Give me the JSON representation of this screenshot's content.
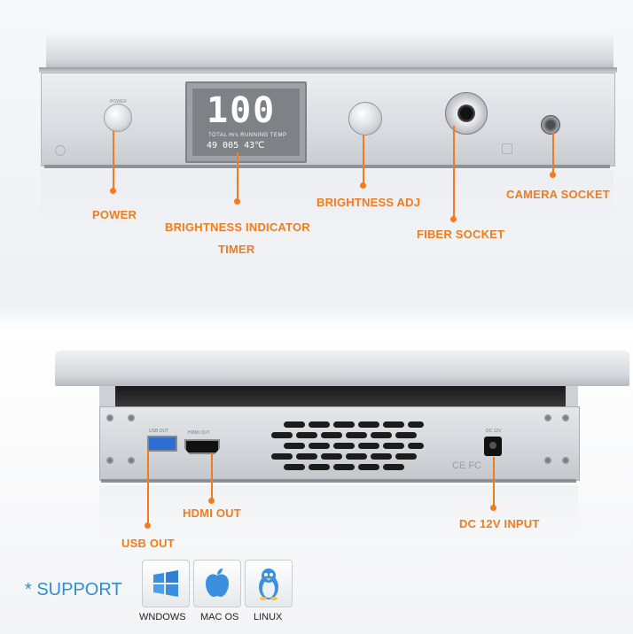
{
  "front": {
    "display": {
      "main_number": "100",
      "labels": "TOTAL Hrs  RUNNING  TEMP",
      "values": "49 005 43℃"
    },
    "power_button_label": "POWER",
    "callouts": {
      "power": "POWER",
      "brightness_indicator": "BRIGHTNESS INDICATOR",
      "timer": "TIMER",
      "brightness_adj": "BRIGHTNESS ADJ",
      "fiber_socket": "FIBER SOCKET",
      "camera_socket": "CAMERA SOCKET"
    }
  },
  "rear": {
    "port_labels": {
      "usb": "USB OUT",
      "hdmi": "HDMI OUT",
      "dc": "DC 12V"
    },
    "markings": "CE FC",
    "callouts": {
      "hdmi_out": "HDMI OUT",
      "usb_out": "USB OUT",
      "dc_input": "DC 12V INPUT"
    }
  },
  "support": {
    "title": "* SUPPORT",
    "systems": [
      {
        "name": "WNDOWS",
        "icon": "windows-logo"
      },
      {
        "name": "MAC OS",
        "icon": "apple-logo"
      },
      {
        "name": "LINUX",
        "icon": "tux-penguin-logo"
      }
    ]
  },
  "colors": {
    "callout": "#f07c1e",
    "support_title": "#2a8fd8",
    "usb_port": "#2d6fd1"
  }
}
